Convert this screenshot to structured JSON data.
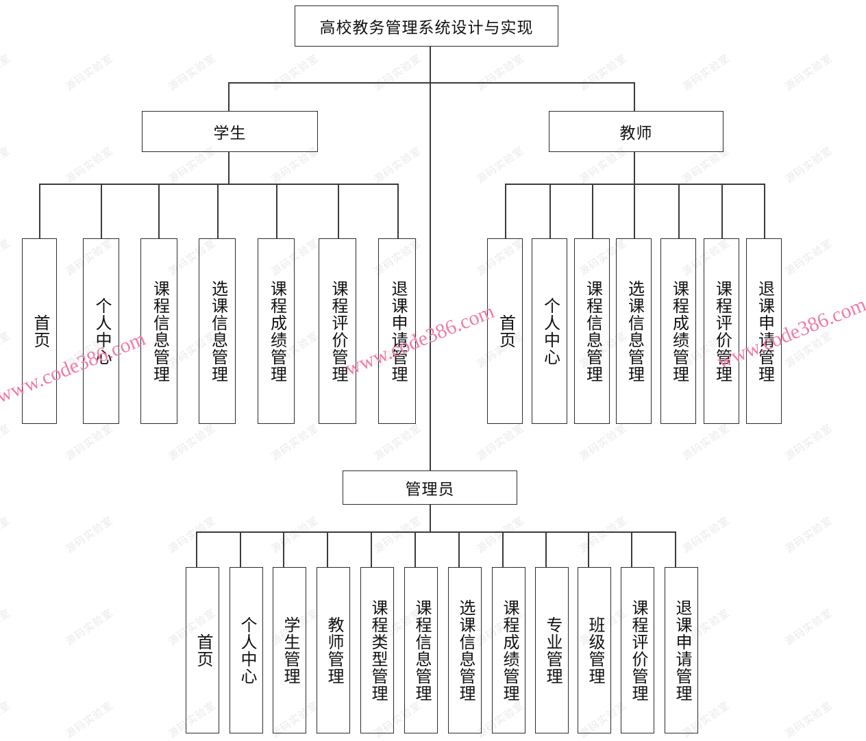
{
  "diagram": {
    "type": "tree",
    "title_node": {
      "label": "高校教务管理系统设计与实现"
    },
    "roles": [
      {
        "key": "student",
        "label": "学生"
      },
      {
        "key": "teacher",
        "label": "教师"
      },
      {
        "key": "admin",
        "label": "管理员"
      }
    ],
    "student_children": [
      {
        "label": "首页"
      },
      {
        "label": "个人中心"
      },
      {
        "label": "课程信息管理"
      },
      {
        "label": "选课信息管理"
      },
      {
        "label": "课程成绩管理"
      },
      {
        "label": "课程评价管理"
      },
      {
        "label": "退课申请管理"
      }
    ],
    "teacher_children": [
      {
        "label": "首页"
      },
      {
        "label": "个人中心"
      },
      {
        "label": "课程信息管理"
      },
      {
        "label": "选课信息管理"
      },
      {
        "label": "课程成绩管理"
      },
      {
        "label": "课程评价管理"
      },
      {
        "label": "退课申请管理"
      }
    ],
    "admin_children": [
      {
        "label": "首页"
      },
      {
        "label": "个人中心"
      },
      {
        "label": "学生管理"
      },
      {
        "label": "教师管理"
      },
      {
        "label": "课程类型管理"
      },
      {
        "label": "课程信息管理"
      },
      {
        "label": "选课信息管理"
      },
      {
        "label": "课程成绩管理"
      },
      {
        "label": "专业管理"
      },
      {
        "label": "班级管理"
      },
      {
        "label": "课程评价管理"
      },
      {
        "label": "退课申请管理"
      }
    ]
  },
  "watermarks": {
    "pink_text": "www.code386.com",
    "pink_color": "#f07ca8",
    "background_text": "源码实验室",
    "background_color": "#e9e9e9"
  },
  "style": {
    "box_border_color": "#2b2b2b",
    "line_color": "#3a3a3a",
    "text_color": "#111111",
    "canvas_background": "#ffffff"
  }
}
